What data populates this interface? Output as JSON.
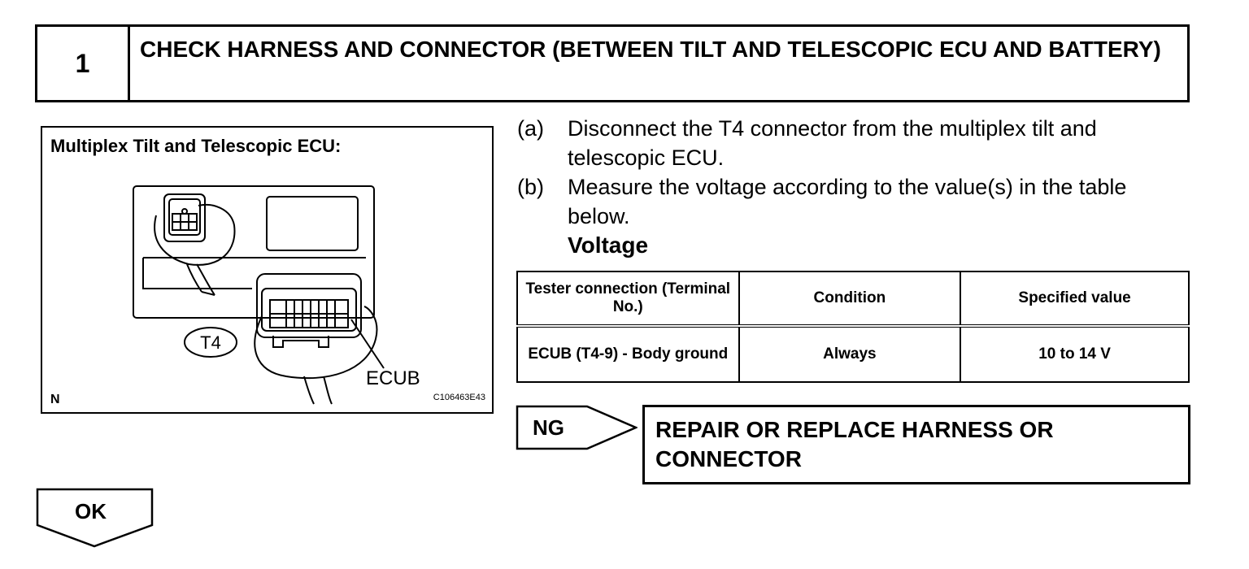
{
  "step": {
    "number": "1",
    "title": "CHECK HARNESS AND CONNECTOR (BETWEEN TILT AND TELESCOPIC ECU AND BATTERY)"
  },
  "figure": {
    "title": "Multiplex Tilt and Telescopic ECU:",
    "connector_label": "T4",
    "terminal_label": "ECUB",
    "corner_mark": "N",
    "illustration_code": "C106463E43"
  },
  "instructions": [
    {
      "label": "(a)",
      "text": "Disconnect the T4 connector from the multiplex tilt and telescopic ECU."
    },
    {
      "label": "(b)",
      "text": "Measure the voltage according to the value(s) in the table below."
    }
  ],
  "table": {
    "caption": "Voltage",
    "headers": [
      "Tester connection (Terminal No.)",
      "Condition",
      "Specified value"
    ],
    "rows": [
      [
        "ECUB (T4-9) - Body ground",
        "Always",
        "10 to 14 V"
      ]
    ]
  },
  "results": {
    "ng_label": "NG",
    "ng_action": "REPAIR OR REPLACE HARNESS OR CONNECTOR",
    "ok_label": "OK"
  }
}
